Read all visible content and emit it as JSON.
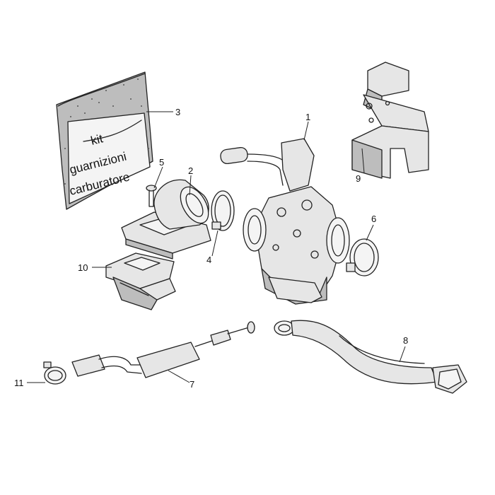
{
  "kit_label": {
    "line1": "kit",
    "line2": "guarnizioni",
    "line3": "carburatore"
  },
  "callouts": [
    "1",
    "2",
    "3",
    "4",
    "5",
    "6",
    "7",
    "8",
    "9",
    "10",
    "11"
  ]
}
